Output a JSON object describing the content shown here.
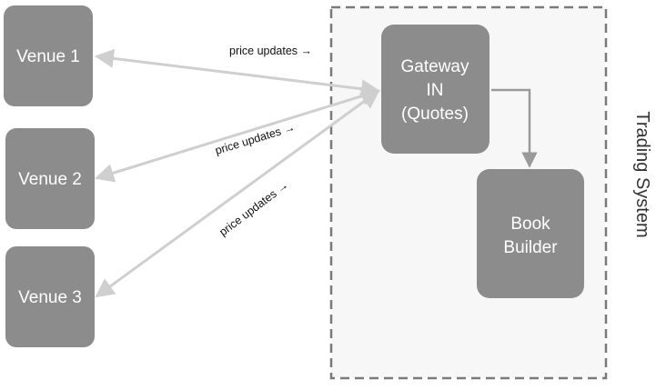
{
  "nodes": {
    "venue1": "Venue 1",
    "venue2": "Venue 2",
    "venue3": "Venue 3",
    "gateway": [
      "Gateway",
      "IN",
      "(Quotes)"
    ],
    "book_builder": [
      "Book",
      "Builder"
    ]
  },
  "edges": {
    "label1": "price updates →",
    "label2": "price updates →",
    "label3": "price updates →"
  },
  "system_label": "Trading System",
  "colors": {
    "node_fill": "#8c8c8c",
    "connector": "#cfcfcf",
    "arrow_dark": "#9a9a9a",
    "boundary_stroke": "#7a7a7a",
    "boundary_fill": "#f7f7f7"
  }
}
